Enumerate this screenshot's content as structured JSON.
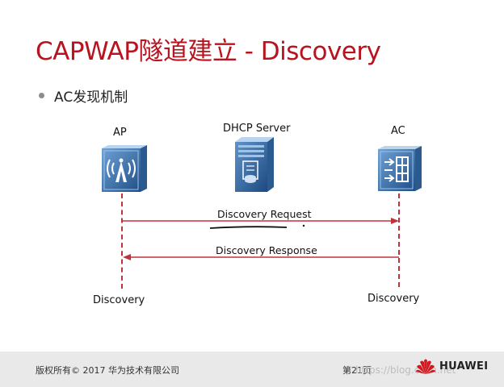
{
  "slide": {
    "title": "CAPWAP隧道建立 - Discovery",
    "bullet": "AC发现机制"
  },
  "nodes": {
    "ap_label": "AP",
    "dhcp_label": "DHCP Server",
    "ac_label": "AC"
  },
  "messages": {
    "request": "Discovery Request",
    "response": "Discovery Response"
  },
  "bottom_labels": {
    "ap": "Discovery",
    "ac": "Discovery"
  },
  "footer": {
    "copyright": "版权所有© 2017 华为技术有限公司",
    "page": "第21页",
    "watermark": "https://blog.csdn.net",
    "logo_text": "HUAWEI"
  },
  "colors": {
    "title": "#b8131e",
    "line": "#c0323c",
    "device_dark": "#1f4e86",
    "device_light": "#9cc3ea"
  }
}
